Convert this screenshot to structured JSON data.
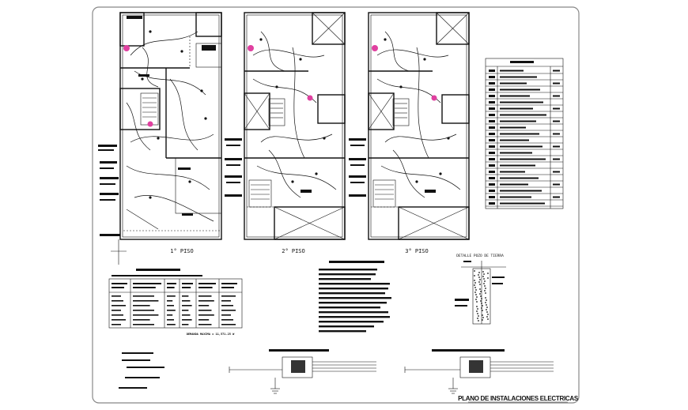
{
  "sheet_title": "PLANO DE INSTALACIONES ELECTRICAS",
  "floors": [
    {
      "label": "1° PISO"
    },
    {
      "label": "2° PISO"
    },
    {
      "label": "3° PISO"
    }
  ],
  "detail_title": "DETALLE POZO DE TIERRA",
  "demand_total": "DEMANDA MAXIMA = 11,571.25 W",
  "colors": {
    "line": "#111111",
    "accent": "#e040a0",
    "frame": "#888888"
  }
}
